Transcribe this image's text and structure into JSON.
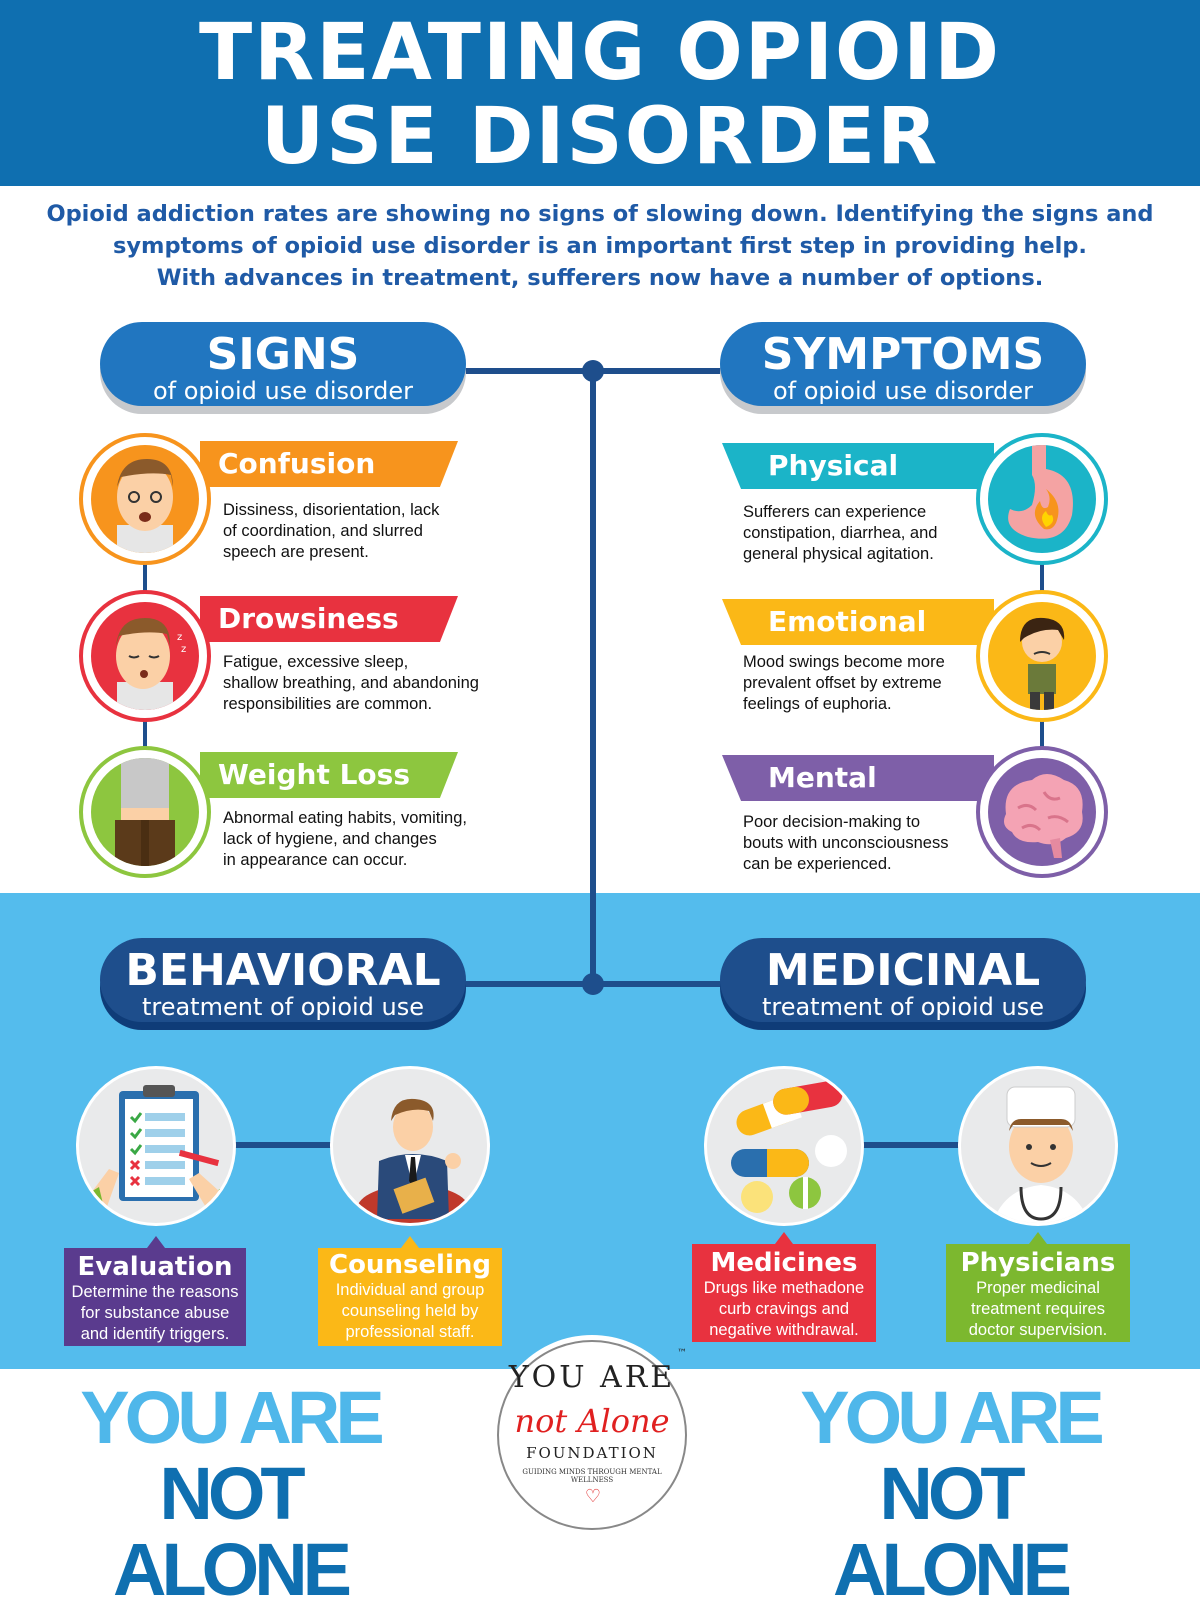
{
  "header": {
    "title_line1": "TREATING OPIOID",
    "title_line2": "USE DISORDER"
  },
  "intro": {
    "line1": "Opioid addiction rates are showing no signs of slowing down. Identifying the signs and",
    "line2": "symptoms of opioid use disorder is an important first step in providing help.",
    "line3": "With advances in treatment, sufferers now have a number of options."
  },
  "signs": {
    "title": "SIGNS",
    "subtitle": "of opioid use disorder",
    "items": [
      {
        "label": "Confusion",
        "text1": "Dissiness, disorientation, lack",
        "text2": "of coordination, and slurred",
        "text3": "speech are present.",
        "color": "#f7941d"
      },
      {
        "label": "Drowsiness",
        "text1": "Fatigue, excessive sleep,",
        "text2": "shallow breathing, and abandoning",
        "text3": "responsibilities are common.",
        "color": "#e8323f"
      },
      {
        "label": "Weight Loss",
        "text1": "Abnormal eating habits, vomiting,",
        "text2": "lack of hygiene, and changes",
        "text3": "in appearance can occur.",
        "color": "#8dc63f"
      }
    ]
  },
  "symptoms": {
    "title": "SYMPTOMS",
    "subtitle": "of opioid use disorder",
    "items": [
      {
        "label": "Physical",
        "text1": "Sufferers can experience",
        "text2": "constipation, diarrhea, and",
        "text3": "general physical agitation.",
        "color": "#1bb4c8"
      },
      {
        "label": "Emotional",
        "text1": "Mood swings become more",
        "text2": "prevalent offset by extreme",
        "text3": "feelings of euphoria.",
        "color": "#fbb817"
      },
      {
        "label": "Mental",
        "text1": "Poor decision-making to",
        "text2": "bouts with unconsciousness",
        "text3": "can be experienced.",
        "color": "#7e5fa8"
      }
    ]
  },
  "behavioral": {
    "title": "BEHAVIORAL",
    "subtitle": "treatment of opioid use",
    "items": [
      {
        "label": "Evaluation",
        "text1": "Determine the reasons",
        "text2": "for substance abuse",
        "text3": "and identify triggers.",
        "color": "#5a3b8e"
      },
      {
        "label": "Counseling",
        "text1": "Individual and group",
        "text2": "counseling held by",
        "text3": "professional staff.",
        "color": "#fbb817"
      }
    ]
  },
  "medicinal": {
    "title": "MEDICINAL",
    "subtitle": "treatment of opioid use",
    "items": [
      {
        "label": "Medicines",
        "text1": "Drugs like methadone",
        "text2": "curb cravings and",
        "text3": "negative withdrawal.",
        "color": "#e8323f"
      },
      {
        "label": "Physicians",
        "text1": "Proper medicinal",
        "text2": "treatment requires",
        "text3": "doctor supervision.",
        "color": "#7cb82f"
      }
    ]
  },
  "footer": {
    "left_line1": "YOU ARE",
    "left_line2": "NOT ALONE",
    "right_line1": "YOU ARE",
    "right_line2": "NOT ALONE",
    "logo_top": "YOU ARE",
    "logo_mid": "not Alone",
    "logo_foundation": "FOUNDATION",
    "logo_tagline": "GUIDING MINDS THROUGH MENTAL WELLNESS",
    "logo_tm": "™"
  }
}
